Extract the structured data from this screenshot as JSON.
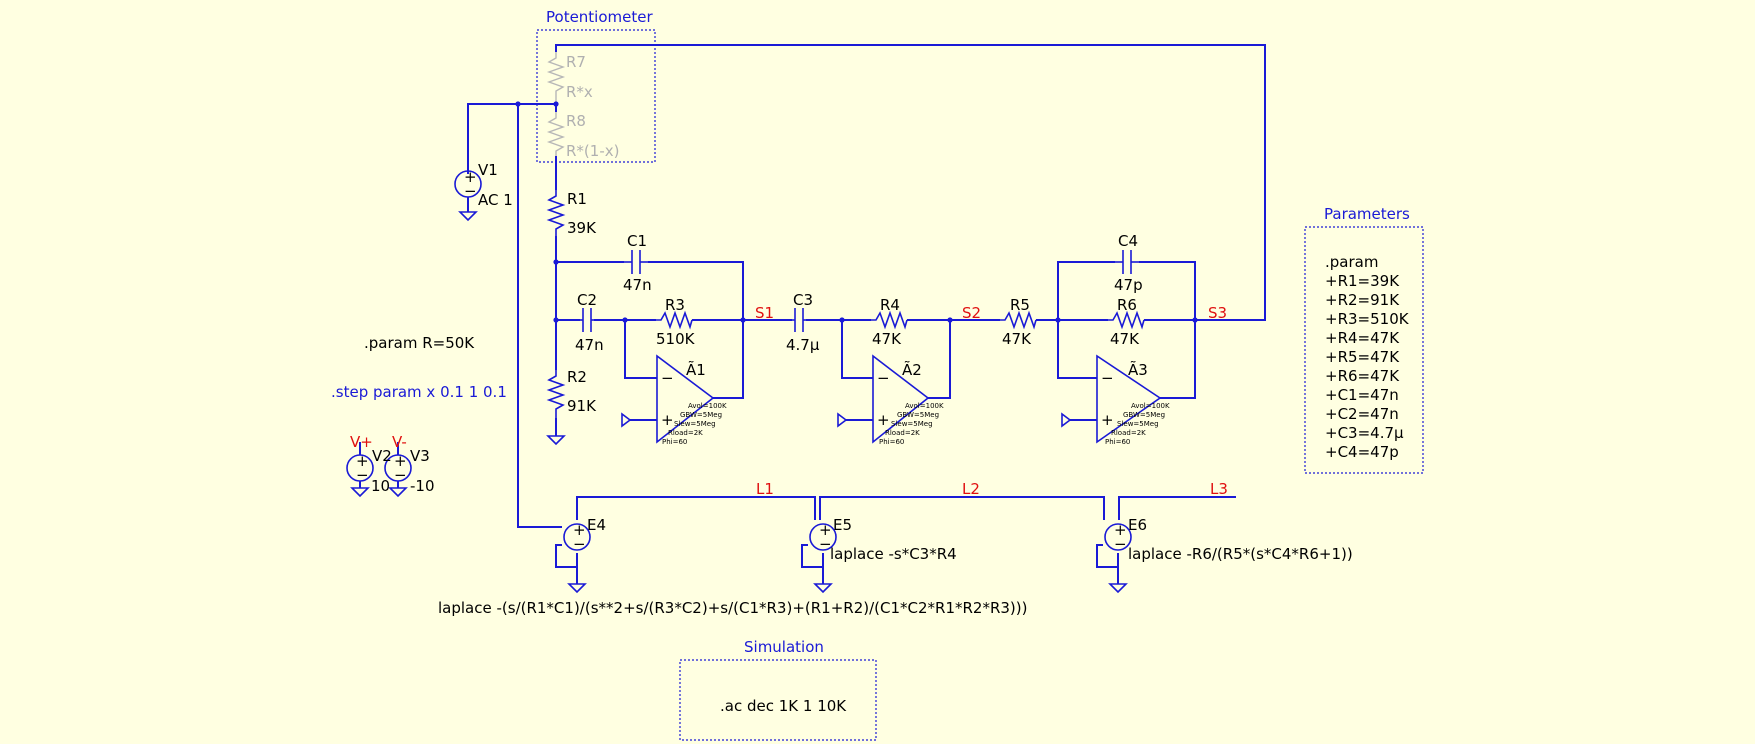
{
  "potentiometer": {
    "title": "Potentiometer",
    "r7_label": "R7",
    "r7_value": "R*x",
    "r8_label": "R8",
    "r8_value": "R*(1-x)"
  },
  "sources": {
    "v1_label": "V1",
    "v1_value": "AC 1",
    "v2_label": "V2",
    "v2_value": "10",
    "v2_net": "V+",
    "v3_label": "V3",
    "v3_value": "-10",
    "v3_net": "V-"
  },
  "directives": {
    "param_r": ".param R=50K",
    "step": ".step param x 0.1 1 0.1"
  },
  "components": {
    "r1_label": "R1",
    "r1_value": "39K",
    "r2_label": "R2",
    "r2_value": "91K",
    "r3_label": "R3",
    "r3_value": "510K",
    "r4_label": "R4",
    "r4_value": "47K",
    "r5_label": "R5",
    "r5_value": "47K",
    "r6_label": "R6",
    "r6_value": "47K",
    "c1_label": "C1",
    "c1_value": "47n",
    "c2_label": "C2",
    "c2_value": "47n",
    "c3_label": "C3",
    "c3_value": "4.7µ",
    "c4_label": "C4",
    "c4_value": "47p"
  },
  "opamps": {
    "a1_label": "Ã1",
    "a2_label": "Ã2",
    "a3_label": "Ã3",
    "specs": [
      "Avol=100K",
      "GBW=5Meg",
      "Slew=5Meg",
      "Rload=2K",
      "Phi=60"
    ]
  },
  "nets": {
    "s1": "S1",
    "s2": "S2",
    "s3": "S3",
    "l1": "L1",
    "l2": "L2",
    "l3": "L3"
  },
  "sources_e": {
    "e4_label": "E4",
    "e4_expr": "laplace -(s/(R1*C1)/(s**2+s/(R3*C2)+s/(C1*R3)+(R1+R2)/(C1*C2*R1*R2*R3)))",
    "e5_label": "E5",
    "e5_expr": "laplace -s*C3*R4",
    "e6_label": "E6",
    "e6_expr": "laplace -R6/(R5*(s*C4*R6+1))"
  },
  "parameters": {
    "title": "Parameters",
    "lines": [
      ".param",
      "+R1=39K",
      "+R2=91K",
      "+R3=510K",
      "+R4=47K",
      "+R5=47K",
      "+R6=47K",
      "+C1=47n",
      "+C2=47n",
      "+C3=4.7µ",
      "+C4=47p"
    ]
  },
  "simulation": {
    "title": "Simulation",
    "command": ".ac dec 1K 1 10K"
  },
  "colors": {
    "background": "#ffffe1",
    "wire": "#1a1ad6",
    "net_label": "#e01010",
    "ghost": "#b0b0b0"
  }
}
